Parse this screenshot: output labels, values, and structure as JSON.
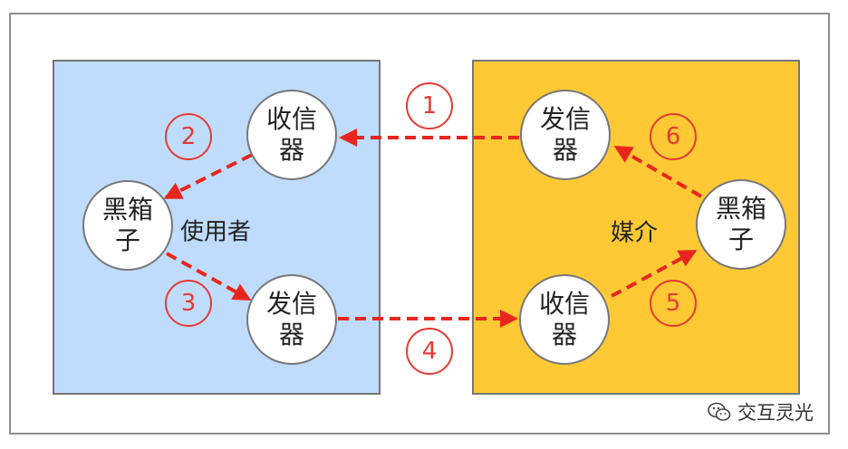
{
  "panels": {
    "user": {
      "label": "使用者"
    },
    "media": {
      "label": "媒介"
    }
  },
  "nodes": {
    "user_receiver": "收信器",
    "user_blackbox": "黑箱子",
    "user_sender": "发信器",
    "media_sender": "发信器",
    "media_blackbox": "黑箱子",
    "media_receiver": "收信器"
  },
  "steps": [
    "1",
    "2",
    "3",
    "4",
    "5",
    "6"
  ],
  "watermark": {
    "text": "交互灵光",
    "icon": "wechat-icon"
  },
  "colors": {
    "user_panel": "#bfdcfd",
    "media_panel": "#fec934",
    "arrow": "#e8261d",
    "step_circle": "#e53b33"
  }
}
